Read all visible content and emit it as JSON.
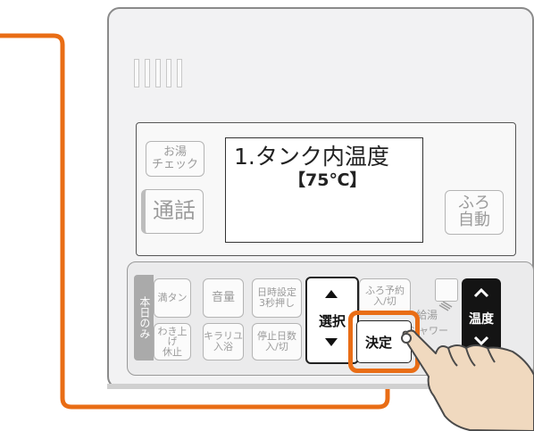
{
  "colors": {
    "accent": "#e96d15",
    "device_line": "#8a8a8a",
    "button_text": "#9b9b9b",
    "dark_button": "#141414"
  },
  "buttons": {
    "ofuro_check": "お湯\nチェック",
    "talk": "通話",
    "furo_auto": "ふろ\n自動",
    "tab_label": "本日のみ",
    "mantan": "満タン",
    "volume": "音量",
    "datetime": "日時設定\n3秒押し",
    "furo_reserve": "ふろ予約\n入/切",
    "kyuto": "給湯",
    "shower": "シャワー",
    "wakiage": "わき上げ\n休止",
    "kirari": "キラリユ\n入浴",
    "stop_days": "停止日数\n入/切",
    "select": "選択",
    "confirm": "決定",
    "temp": "温度"
  },
  "lcd": {
    "line1": "1.タンク内温度",
    "line2": "【75℃】"
  },
  "icons": {
    "up": "chevron-up-icon",
    "down": "chevron-down-icon",
    "hand": "hand-pointer-icon",
    "shower": "shower-icon"
  }
}
